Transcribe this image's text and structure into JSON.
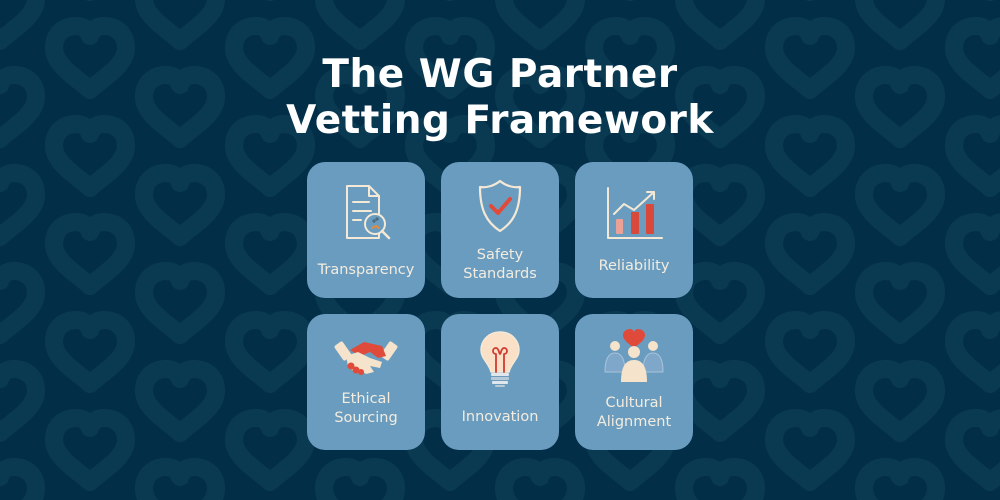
{
  "title": {
    "line1": "The WG Partner",
    "line2": "Vetting Framework"
  },
  "colors": {
    "background": "#032e48",
    "heart_pattern": "#0a3a52",
    "card": "#6a9cbf",
    "card_text": "#f3ecdf",
    "icon_cream": "#f3e9d6",
    "icon_red": "#e04a3a",
    "icon_peach": "#f4c7b0"
  },
  "cards": [
    {
      "id": "transparency",
      "icon": "document-magnifier-icon",
      "lines": [
        "Transparency"
      ]
    },
    {
      "id": "safety-standards",
      "icon": "shield-check-icon",
      "lines": [
        "Safety",
        "Standards"
      ]
    },
    {
      "id": "reliability",
      "icon": "bar-chart-trend-icon",
      "lines": [
        "Reliability"
      ]
    },
    {
      "id": "ethical-sourcing",
      "icon": "handshake-icon",
      "lines": [
        "Ethical",
        "Sourcing"
      ]
    },
    {
      "id": "innovation",
      "icon": "lightbulb-icon",
      "lines": [
        "Innovation"
      ]
    },
    {
      "id": "cultural-alignment",
      "icon": "group-heart-icon",
      "lines": [
        "Cultural",
        "Alignment"
      ]
    }
  ]
}
